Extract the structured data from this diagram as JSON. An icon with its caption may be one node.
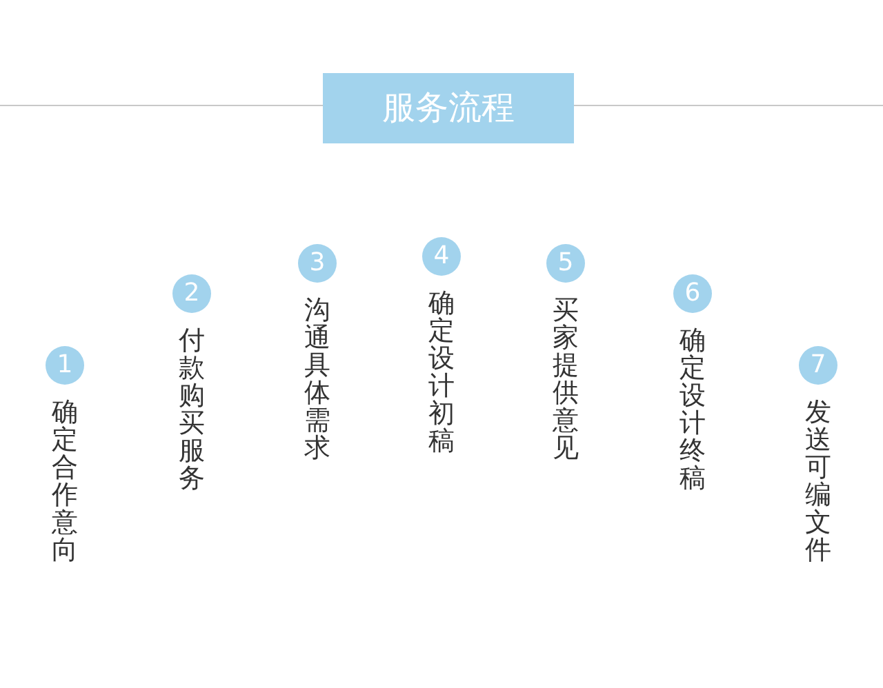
{
  "diagram": {
    "nodes": [
      {
        "text": [
          "服务流程"
        ]
      },
      {
        "text": [
          "1"
        ],
        "beside": [
          "确定合作意向"
        ]
      },
      {
        "text": [
          "2"
        ],
        "beside": [
          "付款购买服务"
        ]
      },
      {
        "text": [
          "3"
        ],
        "beside": [
          "沟通具体需求"
        ]
      },
      {
        "text": [
          "4"
        ],
        "beside": [
          "确定设计初稿"
        ]
      },
      {
        "text": [
          "5"
        ],
        "beside": [
          "买家提供意见"
        ]
      },
      {
        "text": [
          "6"
        ],
        "beside": [
          "确定设计终稿"
        ]
      },
      {
        "text": [
          "7"
        ],
        "beside": [
          "发送可编文件"
        ]
      }
    ],
    "edges": []
  }
}
